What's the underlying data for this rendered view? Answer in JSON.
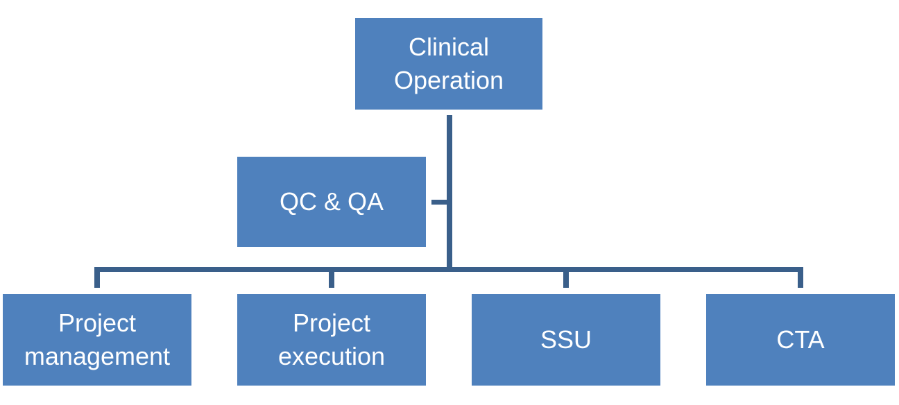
{
  "colors": {
    "node_fill": "#4f81bd",
    "node_text": "#ffffff",
    "connector": "#3a5f8a"
  },
  "nodes": {
    "root": {
      "label": "Clinical\nOperation"
    },
    "assistant": {
      "label": "QC & QA"
    },
    "children": [
      {
        "label": "Project\nmanagement"
      },
      {
        "label": "Project\nexecution"
      },
      {
        "label": "SSU"
      },
      {
        "label": "CTA"
      }
    ]
  }
}
